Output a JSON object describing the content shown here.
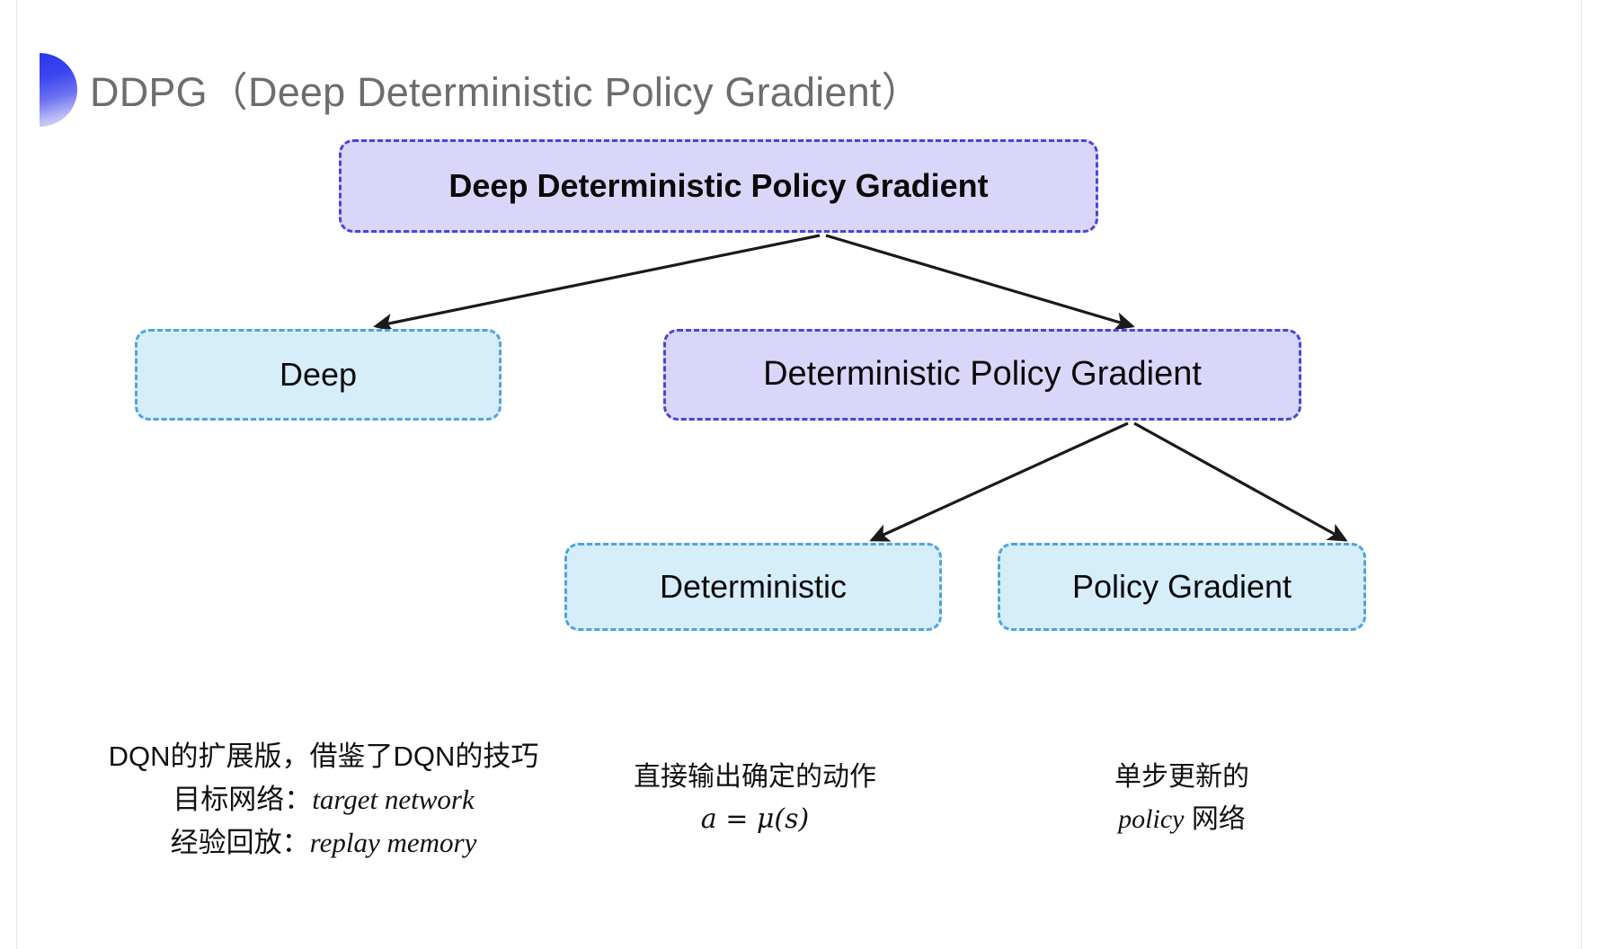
{
  "slide": {
    "title": "DDPG（Deep Deterministic Policy Gradient）",
    "background_color": "#ffffff",
    "title_color": "#6d6d6d",
    "bullet_icon": "half-circle-gradient-bullet"
  },
  "diagram": {
    "type": "tree",
    "nodes": [
      {
        "id": "root",
        "label": "Deep Deterministic Policy Gradient",
        "style": "purple",
        "fill": "#d9d6f9",
        "border": "#4a45d6"
      },
      {
        "id": "deep",
        "label": "Deep",
        "style": "blue",
        "fill": "#d6eefa",
        "border": "#4fa3dd"
      },
      {
        "id": "dpg",
        "label": "Deterministic Policy Gradient",
        "style": "purple",
        "fill": "#d9d6f9",
        "border": "#4a45d6"
      },
      {
        "id": "det",
        "label": "Deterministic",
        "style": "blue",
        "fill": "#d6eefa",
        "border": "#4fa3dd"
      },
      {
        "id": "pg",
        "label": "Policy Gradient",
        "style": "blue",
        "fill": "#d6eefa",
        "border": "#4fa3dd"
      }
    ],
    "edges": [
      {
        "from": "root",
        "to": "deep",
        "arrow": "arrowhead-down-left"
      },
      {
        "from": "root",
        "to": "dpg",
        "arrow": "arrowhead-down-right"
      },
      {
        "from": "dpg",
        "to": "det",
        "arrow": "arrowhead-down-left"
      },
      {
        "from": "dpg",
        "to": "pg",
        "arrow": "arrowhead-down-right"
      }
    ],
    "edge_color": "#1a1a1a"
  },
  "captions": {
    "left": {
      "line1": "DQN的扩展版，借鉴了DQN的技巧",
      "line2_label": "目标网络：",
      "line2_term": "target network",
      "line3_label": "经验回放：",
      "line3_term": "replay memory"
    },
    "middle": {
      "line1": "直接输出确定的动作",
      "formula": "a = μ(s)"
    },
    "right": {
      "line1": "单步更新的",
      "line2_term": "policy",
      "line2_tail": " 网络"
    }
  }
}
